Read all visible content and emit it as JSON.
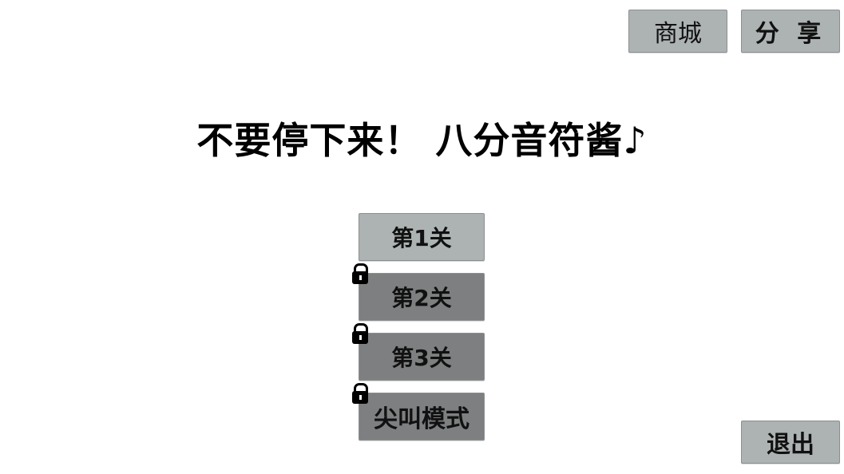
{
  "header": {
    "shop_label": "商城",
    "share_label": "分 享"
  },
  "title": "不要停下来！ 八分音符酱♪",
  "levels": [
    {
      "label": "第1关",
      "locked": false
    },
    {
      "label": "第2关",
      "locked": true
    },
    {
      "label": "第3关",
      "locked": true
    },
    {
      "label": "尖叫模式",
      "locked": true
    }
  ],
  "footer": {
    "exit_label": "退出"
  },
  "colors": {
    "unlocked_button": "#adb2b2",
    "locked_button": "#7d7f80",
    "background": "#ffffff"
  }
}
